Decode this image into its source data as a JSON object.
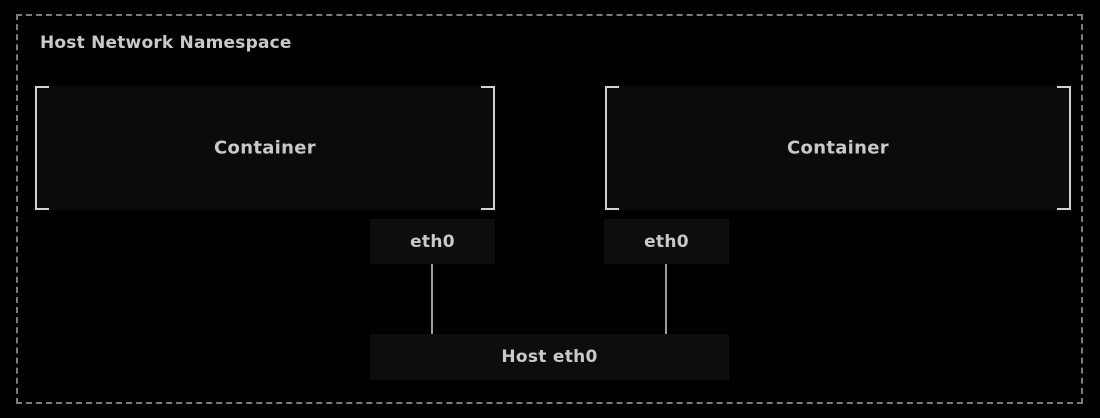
{
  "diagram": {
    "title": "Host Network Namespace",
    "background_color": "#000000",
    "border_color": "#7c7c7c",
    "text_color": "#c9c9c9",
    "box_fill_color": "#0b0b0b",
    "line_color": "#9d9d9d",
    "containers": [
      {
        "label": "Container"
      },
      {
        "label": "Container"
      }
    ],
    "interfaces": [
      {
        "label": "eth0"
      },
      {
        "label": "eth0"
      }
    ],
    "host_interface": {
      "label": "Host eth0"
    }
  }
}
